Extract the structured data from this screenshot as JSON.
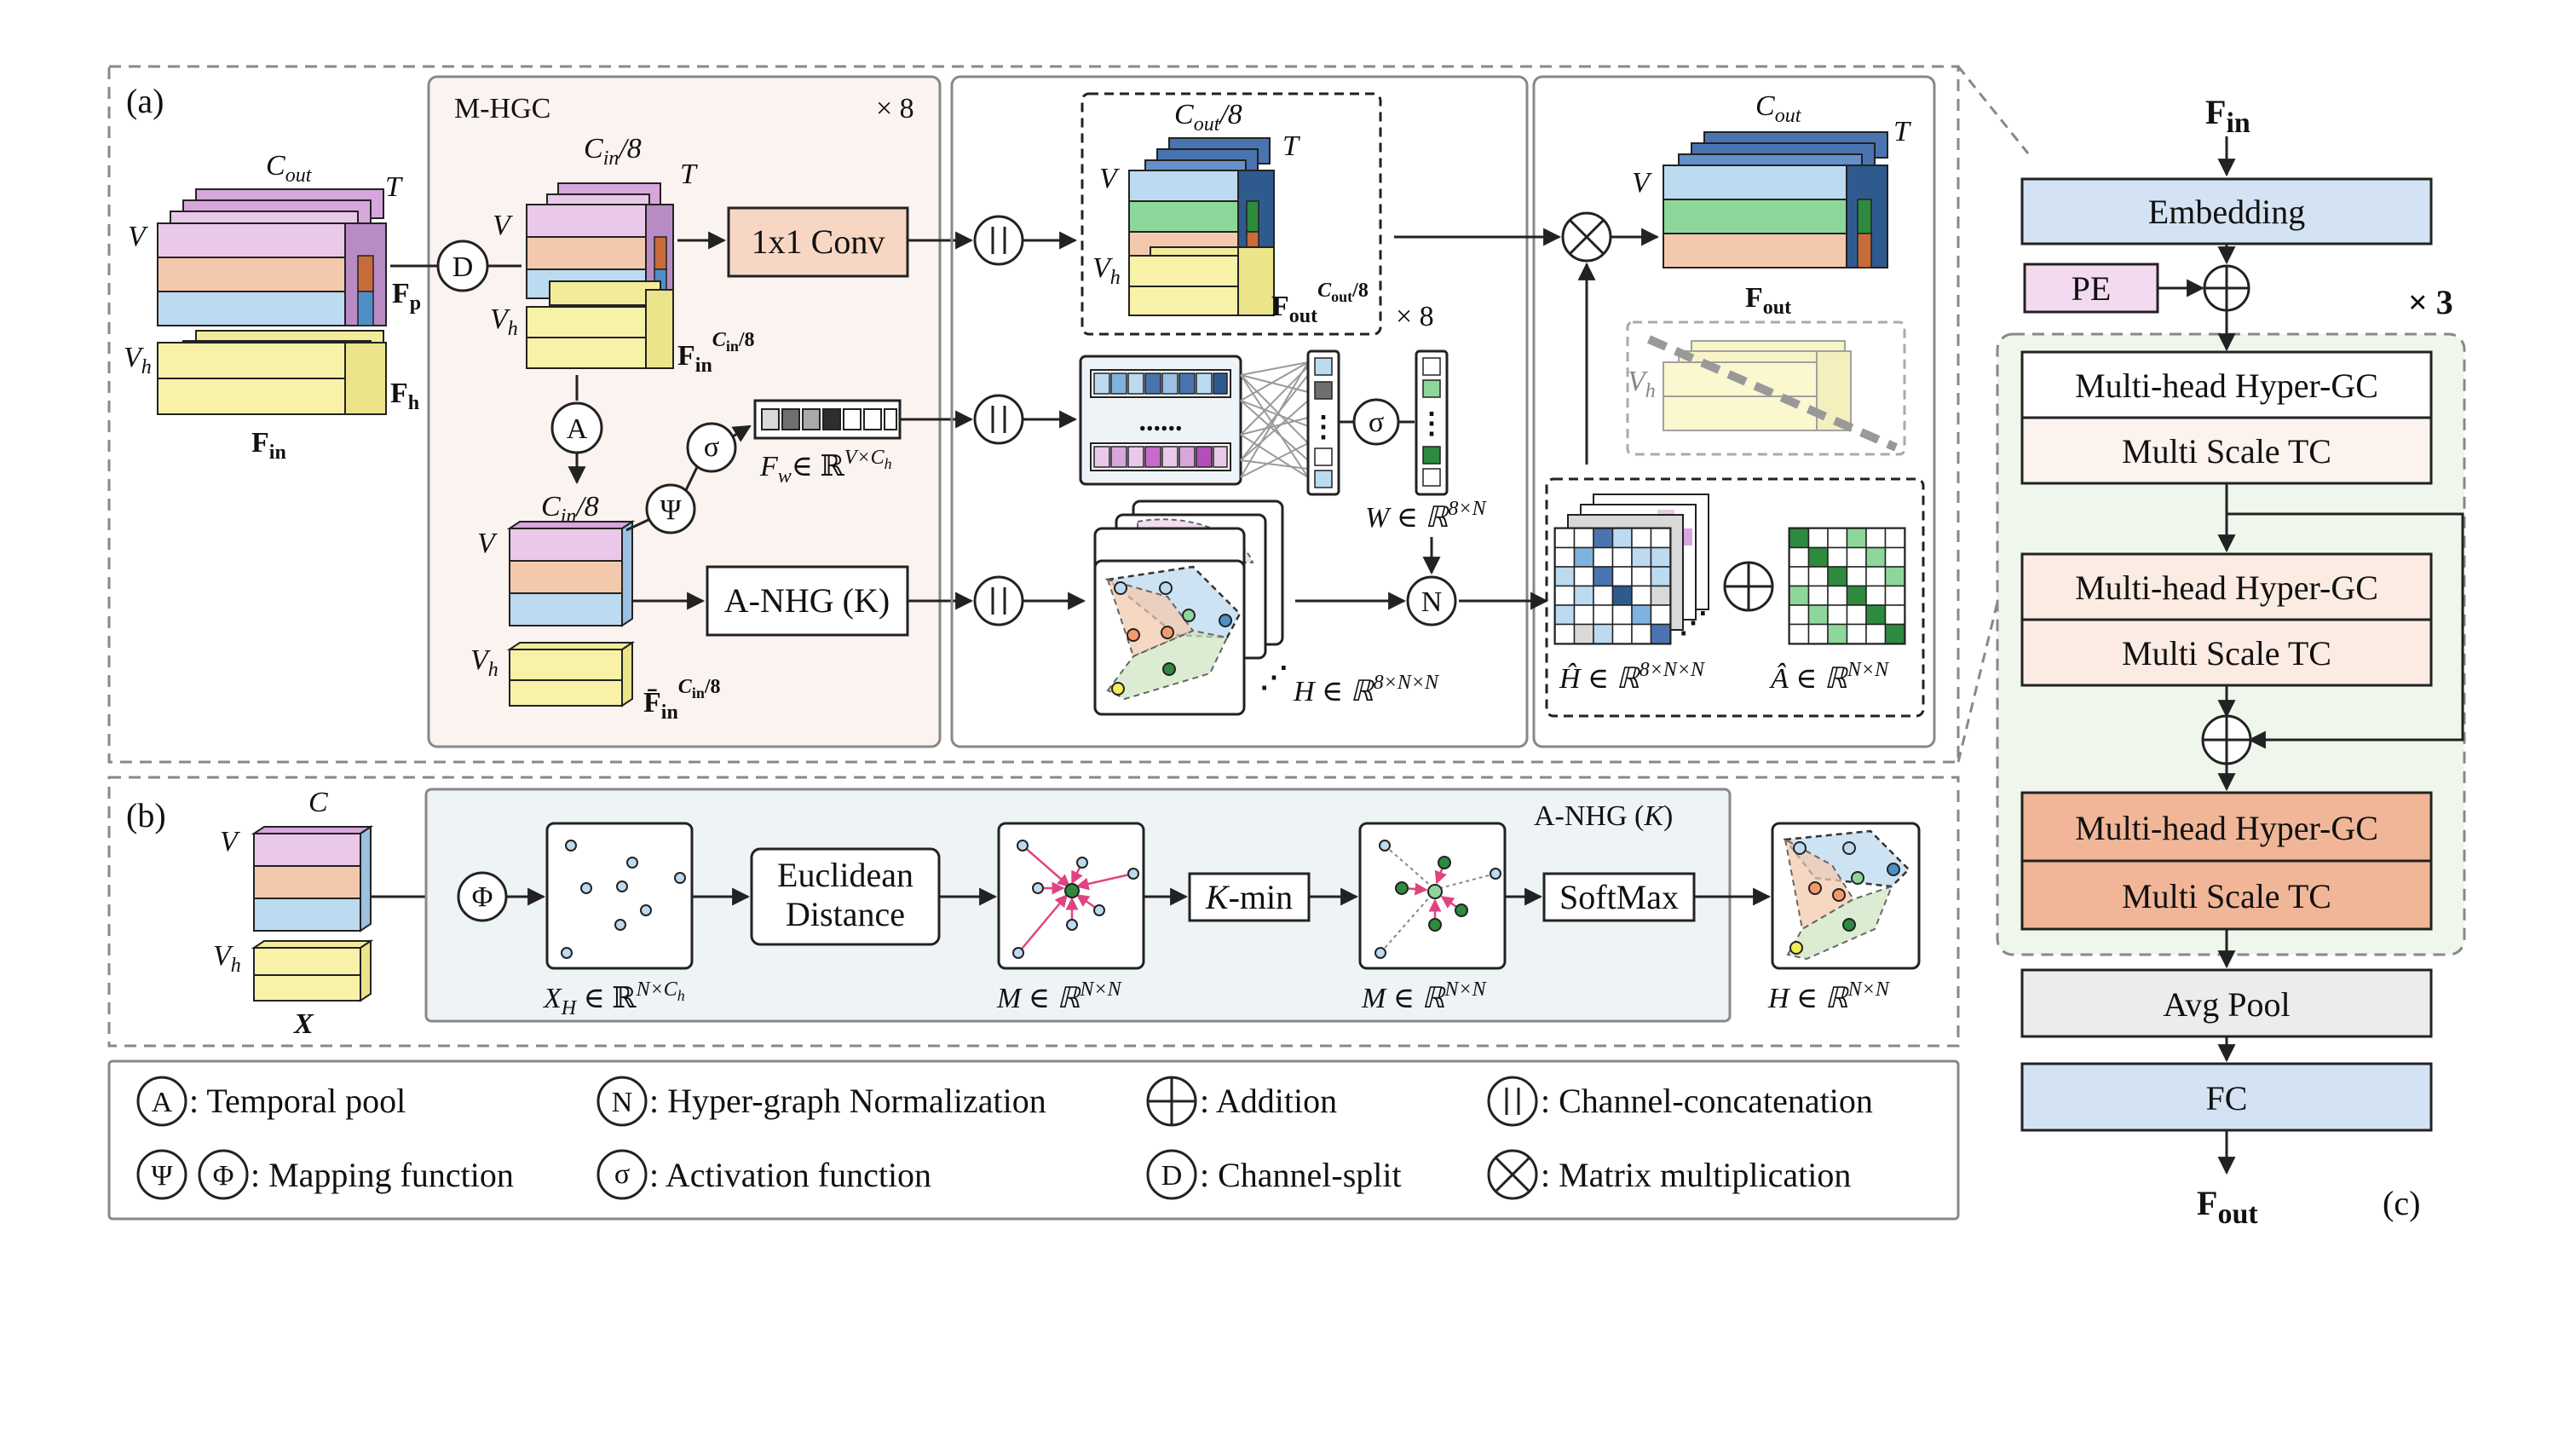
{
  "panel_a": {
    "label": "(a)",
    "fin_label": "F",
    "fin_sub": "in",
    "cout_label": "C",
    "cout_sub": "out",
    "t_label": "T",
    "v_label": "V",
    "vh_label": "V",
    "vh_sub": "h",
    "fp_label": "F",
    "fp_sub": "p",
    "fh_label": "F",
    "fh_sub": "h",
    "mhgc_title": "M-HGC",
    "times8_a": "× 8",
    "times8_b": "× 8",
    "d_op": "D",
    "a_op": "A",
    "psi_op": "Ψ",
    "sigma_op": "σ",
    "n_op": "N",
    "cin8_label": "C",
    "cin8_sub": "in",
    "cin8_tail": "/8",
    "fin_c_label": "F",
    "fin_c_sub": "in",
    "fin_c_sup": "C",
    "fin_c_supsub": "in",
    "fin_c_suptail": "/8",
    "finbar_label": "F̄",
    "conv_label": "1x1 Conv",
    "anhg_label": "A-NHG (K)",
    "fw_label": "F",
    "fw_sub": "w",
    "fw_in": "∈ ℝ",
    "fw_sup": "V×C",
    "fw_supsub": "h",
    "cout8_label": "C",
    "cout8_sub": "out",
    "cout8_tail": "/8",
    "fout_c_label": "F",
    "fout_c_sub": "out",
    "fout_c_sup": "C",
    "fout_c_supsub": "out",
    "fout_c_suptail": "/8",
    "w_label": "W ∈ ℝ",
    "w_sup": "8×N",
    "h_label": "H ∈ ℝ",
    "h_sup": "8×N×N",
    "hhat_label": "Ĥ ∈ ℝ",
    "hhat_sup": "8×N×N",
    "ahat_label": "Â ∈ ℝ",
    "ahat_sup": "N×N",
    "fout_label": "F",
    "fout_sub": "out"
  },
  "panel_b": {
    "label": "(b)",
    "c_label": "C",
    "v_label": "V",
    "vh_label": "V",
    "vh_sub": "h",
    "x_label": "X",
    "phi_op": "Φ",
    "title": "A-NHG (",
    "title_k": "K",
    "title_end": ")",
    "xh_label": "X",
    "xh_sub": "H",
    "xh_in": " ∈ ℝ",
    "xh_sup": "N×C",
    "xh_supsub": "h",
    "euclid_1": "Euclidean",
    "euclid_2": "Distance",
    "m1_label": "M ∈ ℝ",
    "m1_sup": "N×N",
    "kmin_k": "K",
    "kmin_rest": "-min",
    "m2_label": "M ∈ ℝ",
    "m2_sup": "N×N",
    "softmax_label": "SoftMax",
    "h_label": "H ∈ ℝ",
    "h_sup": "N×N"
  },
  "legend": {
    "items": [
      {
        "sym": "A",
        "text": ": Temporal pool"
      },
      {
        "sym": "N",
        "text": ": Hyper-graph Normalization"
      },
      {
        "sym": "⊕",
        "text": ": Addition"
      },
      {
        "sym": "||",
        "text": ": Channel-concatenation"
      },
      {
        "sym": "ΨΦ",
        "text": ": Mapping function"
      },
      {
        "sym": "σ",
        "text": ": Activation function"
      },
      {
        "sym": "D",
        "text": ": Channel-split"
      },
      {
        "sym": "⊗",
        "text": ": Matrix multiplication"
      }
    ]
  },
  "panel_c": {
    "label": "(c)",
    "fin_label": "F",
    "fin_sub": "in",
    "embedding": "Embedding",
    "pe": "PE",
    "times3": "× 3",
    "block1_top": "Multi-head Hyper-GC",
    "block1_bottom": "Multi Scale TC",
    "block2_top": "Multi-head Hyper-GC",
    "block2_bottom": "Multi Scale TC",
    "block3_top": "Multi-head Hyper-GC",
    "block3_bottom": "Multi Scale TC",
    "avgpool": "Avg Pool",
    "fc": "FC",
    "fout_label": "F",
    "fout_sub": "out"
  },
  "colors": {
    "pink": "#e9c8ea",
    "orange": "#f3c9ae",
    "blue": "#bcdaf0",
    "yellow": "#f8f2a8",
    "green": "#8ed79a",
    "darkblue": "#4a74b0",
    "mhgc_bg": "#fbf3ef",
    "anhg_bg": "#eef3f6",
    "embed_blue": "#d4e3f3",
    "pe_pink": "#f4daf1",
    "ms_light": "#fcebe3",
    "ms_mid": "#f6d5c3",
    "ms_dark": "#eeab8a",
    "green_bg": "#eff6ec",
    "avg_gray": "#ececec"
  }
}
